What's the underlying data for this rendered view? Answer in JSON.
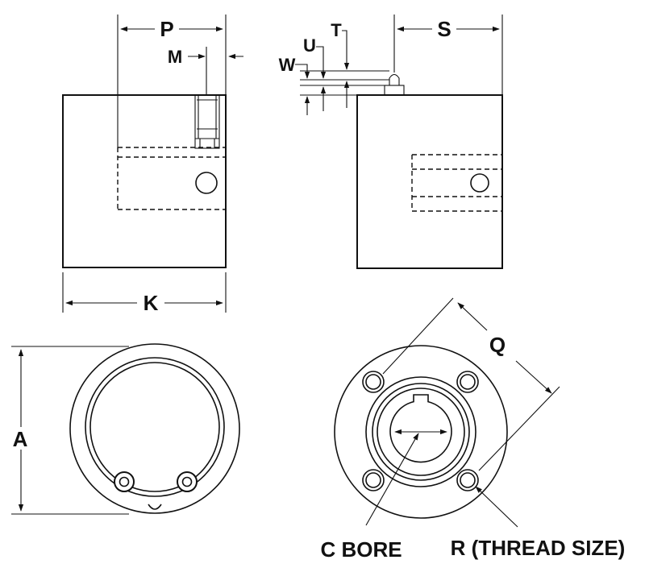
{
  "labels": {
    "p": "P",
    "m": "M",
    "t": "T",
    "u": "U",
    "w": "W",
    "s": "S",
    "k": "K",
    "a": "A",
    "q": "Q",
    "c_bore": "C BORE",
    "r_thread": "R (THREAD SIZE)"
  }
}
